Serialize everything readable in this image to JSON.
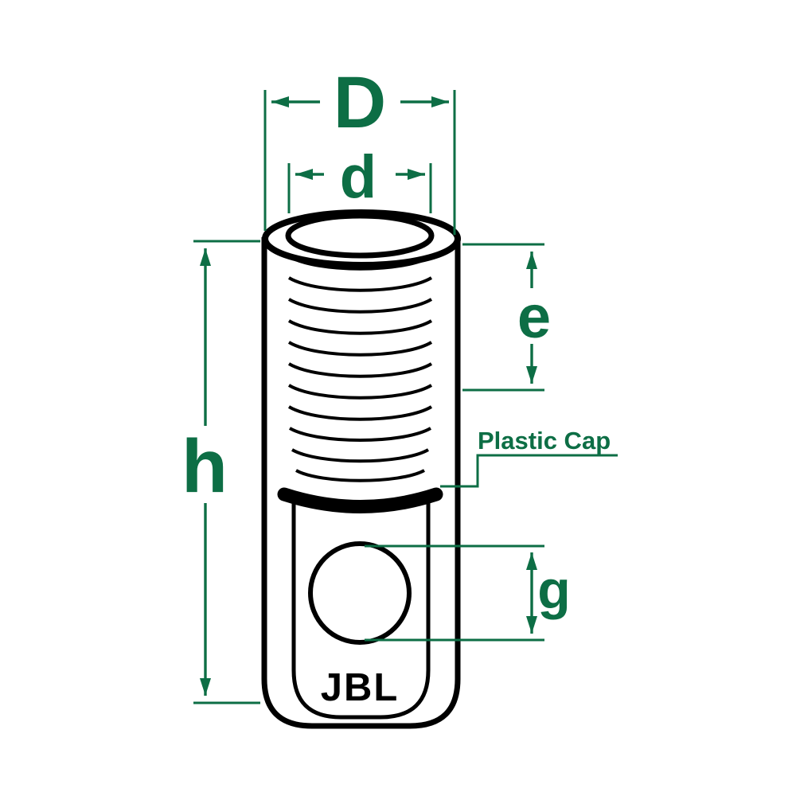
{
  "diagram": {
    "colors": {
      "dimension": "#0d6e45",
      "line": "#000000",
      "background": "#ffffff"
    },
    "labels": {
      "outer_diameter": "D",
      "inner_diameter": "d",
      "thread_length": "e",
      "total_height": "h",
      "hole_diameter": "g",
      "plastic_cap": "Plastic Cap",
      "brand": "JBL"
    }
  }
}
